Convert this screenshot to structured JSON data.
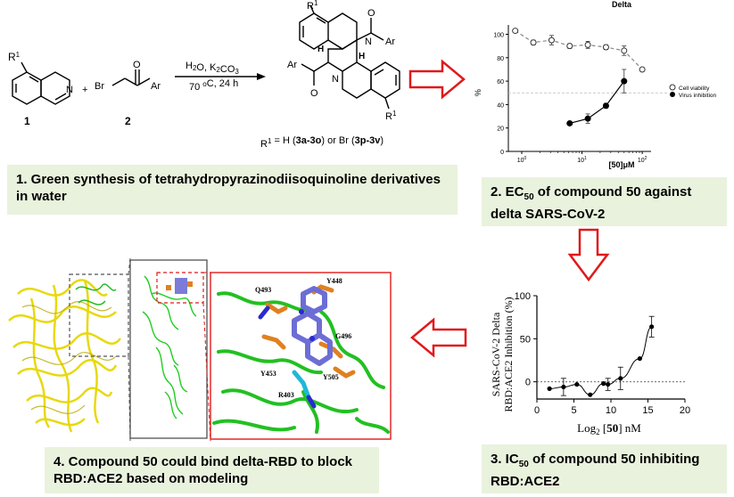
{
  "reaction": {
    "reagent1_label": "1",
    "reagent1_substituent": "R1",
    "reagent2_label": "2",
    "plus": "+",
    "conditions_top": "H2O, K2CO3",
    "conditions_bottom": "70 oC, 24 h",
    "product_note": "R1 = H (3a-3o) or Br (3p-3v)",
    "atom_br": "Br",
    "atom_o": "O",
    "atom_ar": "Ar",
    "atom_n": "N",
    "atom_h": "H"
  },
  "captions": {
    "step1": "1. Green synthesis of tetrahydropyrazinodiisoquinoline derivatives  in water",
    "step2": "2. EC50 of compound 50 against delta SARS-CoV-2",
    "step3": "3. IC50 of compound 50 inhibiting RBD:ACE2",
    "step4": "4. Compound 50 could bind delta-RBD to block RBD:ACE2 based on modeling"
  },
  "residues": [
    "Q493",
    "Y448",
    "G496",
    "Y505",
    "Y453",
    "R403"
  ],
  "chart_data": [
    {
      "type": "scatter",
      "title": "Delta",
      "xlabel": "[50]μM",
      "ylabel": "%",
      "x_scale": "log",
      "xlim": [
        0.6,
        140
      ],
      "ylim": [
        0,
        108
      ],
      "x_ticks": [
        "10^0",
        "10^1",
        "10^2"
      ],
      "y_ticks": [
        0,
        20,
        40,
        60,
        80,
        100
      ],
      "reference_line_y": 50,
      "legend_position": "right",
      "series": [
        {
          "name": "Cell viability",
          "marker": "open-circle",
          "x": [
            0.78,
            1.56,
            3.13,
            6.25,
            12.5,
            25,
            50,
            100
          ],
          "y": [
            103,
            93,
            95,
            90,
            91,
            89,
            86,
            70
          ],
          "err": [
            0,
            2,
            4,
            2,
            3,
            2,
            4,
            0
          ]
        },
        {
          "name": "Virus inhibition",
          "marker": "filled-circle",
          "x": [
            6.25,
            12.5,
            25,
            50
          ],
          "y": [
            24,
            28,
            39,
            60
          ],
          "err": [
            0,
            4,
            2,
            10
          ]
        }
      ]
    },
    {
      "type": "scatter",
      "xlabel": "Log2 [50] nM",
      "ylabel": "SARS-CoV-2 Delta RBD:ACE2 Inhibition (%)",
      "xlim": [
        0,
        20
      ],
      "ylim": [
        -20,
        100
      ],
      "x_ticks": [
        0,
        5,
        10,
        15,
        20
      ],
      "y_ticks": [
        0,
        50,
        100
      ],
      "reference_line_y": 0,
      "series": [
        {
          "name": "",
          "x": [
            1.7,
            3.6,
            5.4,
            7.2,
            9.0,
            9.6,
            11.3,
            13.9,
            15.5
          ],
          "y": [
            -8,
            -6,
            -3,
            -15,
            -2,
            -3,
            4,
            27,
            64
          ],
          "err": [
            0,
            10,
            0,
            0,
            0,
            7,
            13,
            0,
            12
          ]
        }
      ]
    }
  ]
}
